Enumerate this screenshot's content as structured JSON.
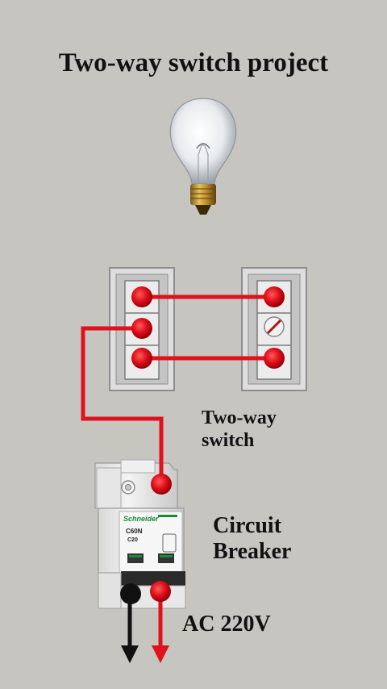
{
  "title": "Two-way switch project",
  "labels": {
    "switch_line1": "Two-way",
    "switch_line2": "switch",
    "breaker_line1": "Circuit",
    "breaker_line2": "Breaker",
    "supply": "AC 220V"
  },
  "breaker": {
    "brand": "Schneider",
    "model": "C60N",
    "rating": "C20"
  },
  "colors": {
    "background": "#c6c5c0",
    "live_wire": "#e0101c",
    "neutral_wire": "#111111",
    "terminal": "#e0101c",
    "breaker_brand": "#1a8a3a"
  },
  "icons": {
    "bulb": "light-bulb-icon",
    "switch_plate": "switch-plate-icon",
    "breaker": "circuit-breaker-icon",
    "arrow": "arrow-down-icon"
  }
}
